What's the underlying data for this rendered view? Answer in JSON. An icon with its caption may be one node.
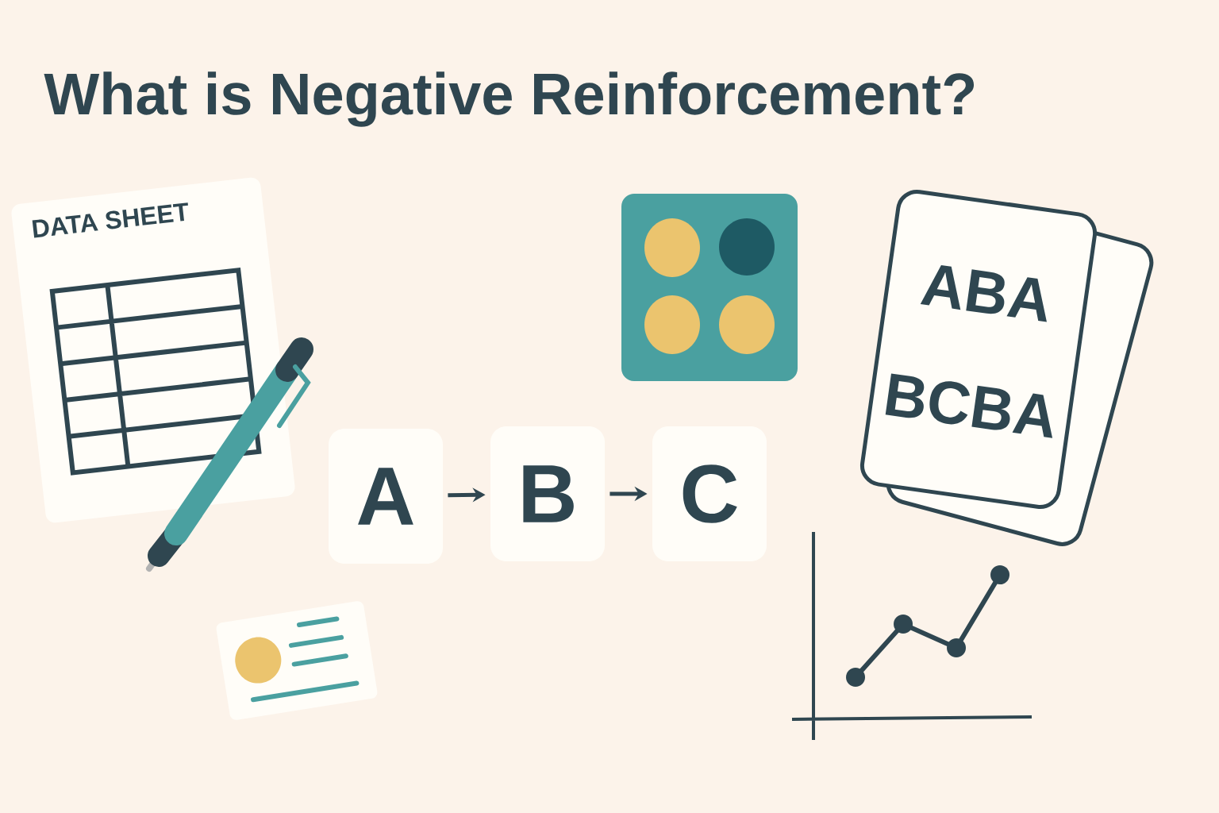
{
  "diagram": {
    "title": "What is Negative Reinforcement?",
    "nodes": [
      {
        "text": [
          "DATA SHEET"
        ]
      },
      {
        "text": [
          "ABA",
          "BCBA"
        ]
      },
      {
        "text": [
          "A"
        ]
      },
      {
        "text": [
          "B"
        ]
      },
      {
        "text": [
          "C"
        ]
      }
    ],
    "edges": [
      {
        "from": 2,
        "to": 3,
        "arrow": "to"
      },
      {
        "from": 3,
        "to": 4,
        "arrow": "to"
      }
    ]
  }
}
